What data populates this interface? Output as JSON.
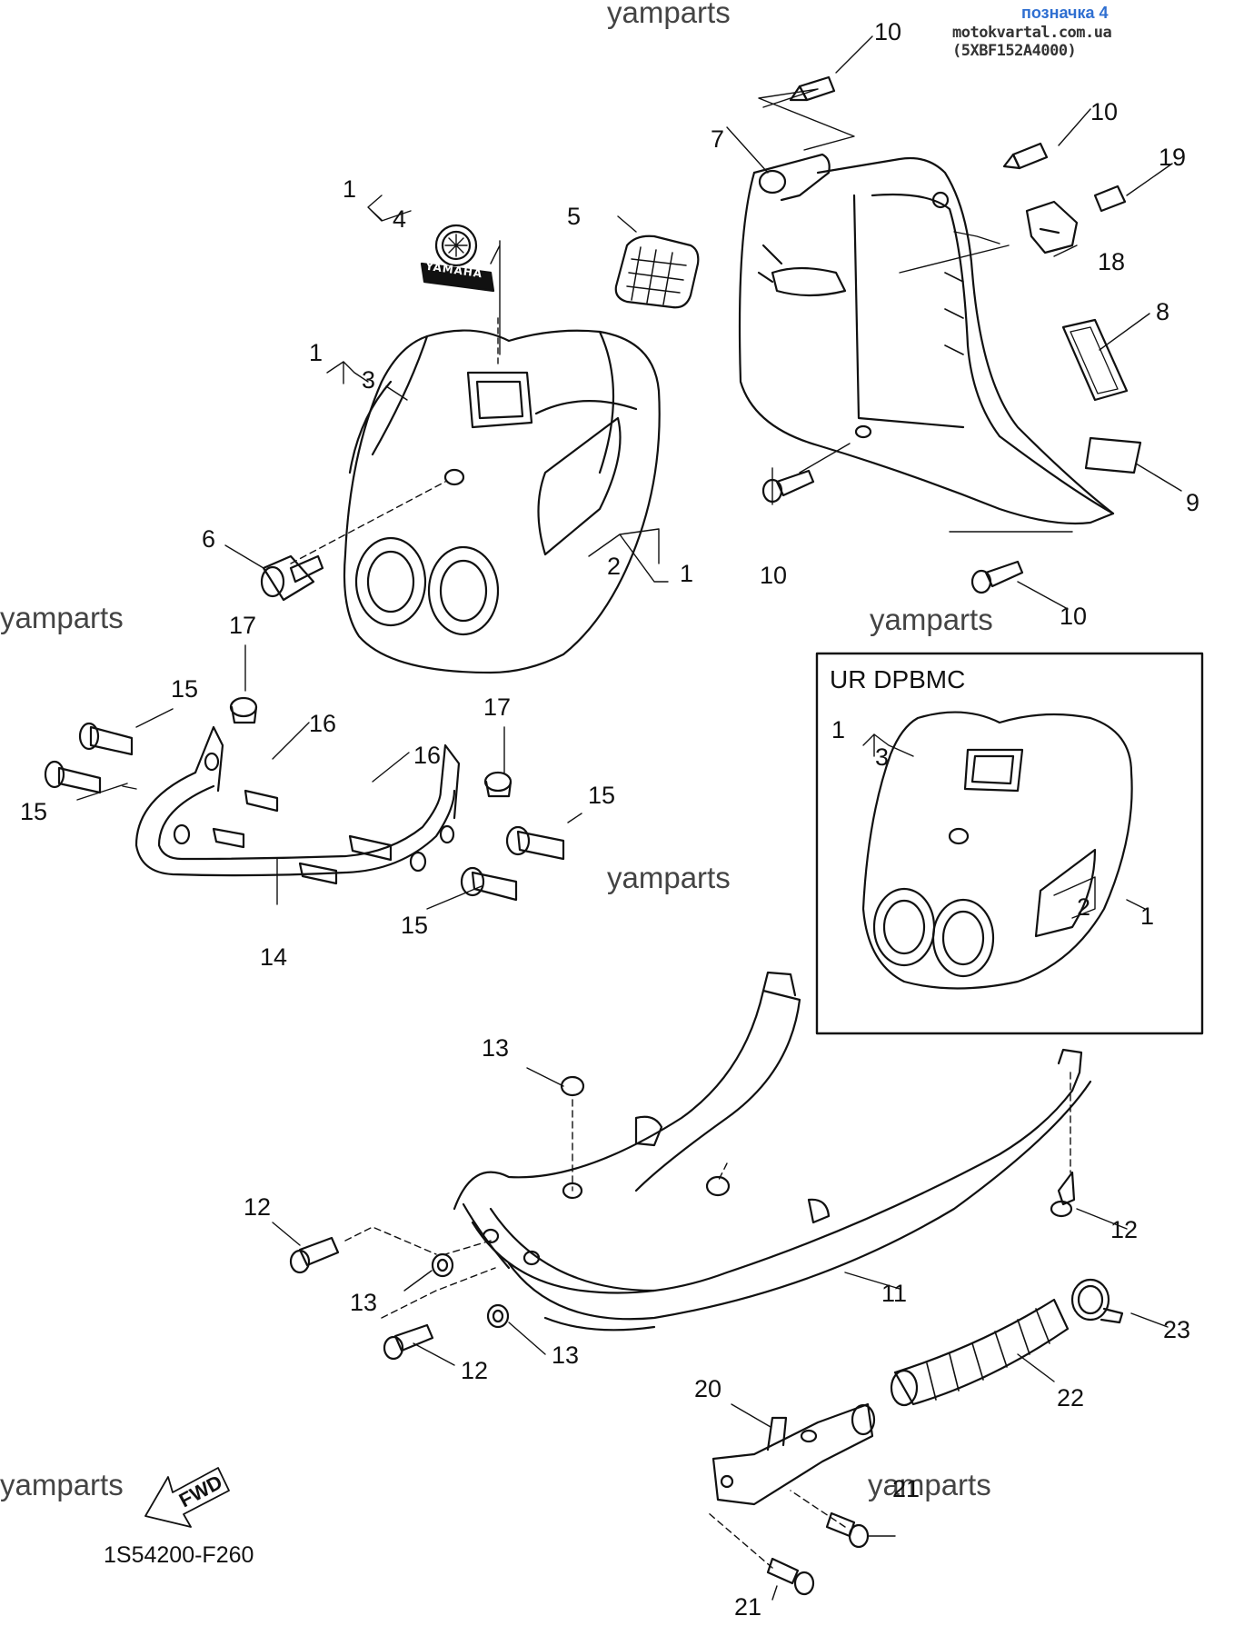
{
  "header": {
    "tag_label": "позначка 4",
    "source": "motokvartal.com.ua (5XBF152A4000)"
  },
  "watermark": "yamparts",
  "diagram_code": "1S54200-F260",
  "inset_title": "UR DPBMC",
  "fwd_label": "FWD",
  "logo_text": "YAMAHA",
  "callouts": [
    {
      "id": "c10a",
      "text": "10"
    },
    {
      "id": "c10b",
      "text": "10"
    },
    {
      "id": "c19",
      "text": "19"
    },
    {
      "id": "c7",
      "text": "7"
    },
    {
      "id": "c18",
      "text": "18"
    },
    {
      "id": "c8",
      "text": "8"
    },
    {
      "id": "c9",
      "text": "9"
    },
    {
      "id": "c10c",
      "text": "10"
    },
    {
      "id": "c10d",
      "text": "10"
    },
    {
      "id": "c1a",
      "text": "1"
    },
    {
      "id": "c4",
      "text": "4"
    },
    {
      "id": "c5",
      "text": "5"
    },
    {
      "id": "c1b",
      "text": "1"
    },
    {
      "id": "c3",
      "text": "3"
    },
    {
      "id": "c6",
      "text": "6"
    },
    {
      "id": "c2",
      "text": "2"
    },
    {
      "id": "c1c",
      "text": "1"
    },
    {
      "id": "c17a",
      "text": "17"
    },
    {
      "id": "c15a",
      "text": "15"
    },
    {
      "id": "c16a",
      "text": "16"
    },
    {
      "id": "c15b",
      "text": "15"
    },
    {
      "id": "c17b",
      "text": "17"
    },
    {
      "id": "c16b",
      "text": "16"
    },
    {
      "id": "c15c",
      "text": "15"
    },
    {
      "id": "c15d",
      "text": "15"
    },
    {
      "id": "c14",
      "text": "14"
    },
    {
      "id": "c1d",
      "text": "1"
    },
    {
      "id": "c3b",
      "text": "3"
    },
    {
      "id": "c2b",
      "text": "2"
    },
    {
      "id": "c1e",
      "text": "1"
    },
    {
      "id": "c13a",
      "text": "13"
    },
    {
      "id": "c12a",
      "text": "12"
    },
    {
      "id": "c12b",
      "text": "12"
    },
    {
      "id": "c13b",
      "text": "13"
    },
    {
      "id": "c11",
      "text": "11"
    },
    {
      "id": "c13c",
      "text": "13"
    },
    {
      "id": "c12c",
      "text": "12"
    },
    {
      "id": "c23",
      "text": "23"
    },
    {
      "id": "c20",
      "text": "20"
    },
    {
      "id": "c22",
      "text": "22"
    },
    {
      "id": "c21a",
      "text": "21"
    },
    {
      "id": "c21b",
      "text": "21"
    }
  ]
}
